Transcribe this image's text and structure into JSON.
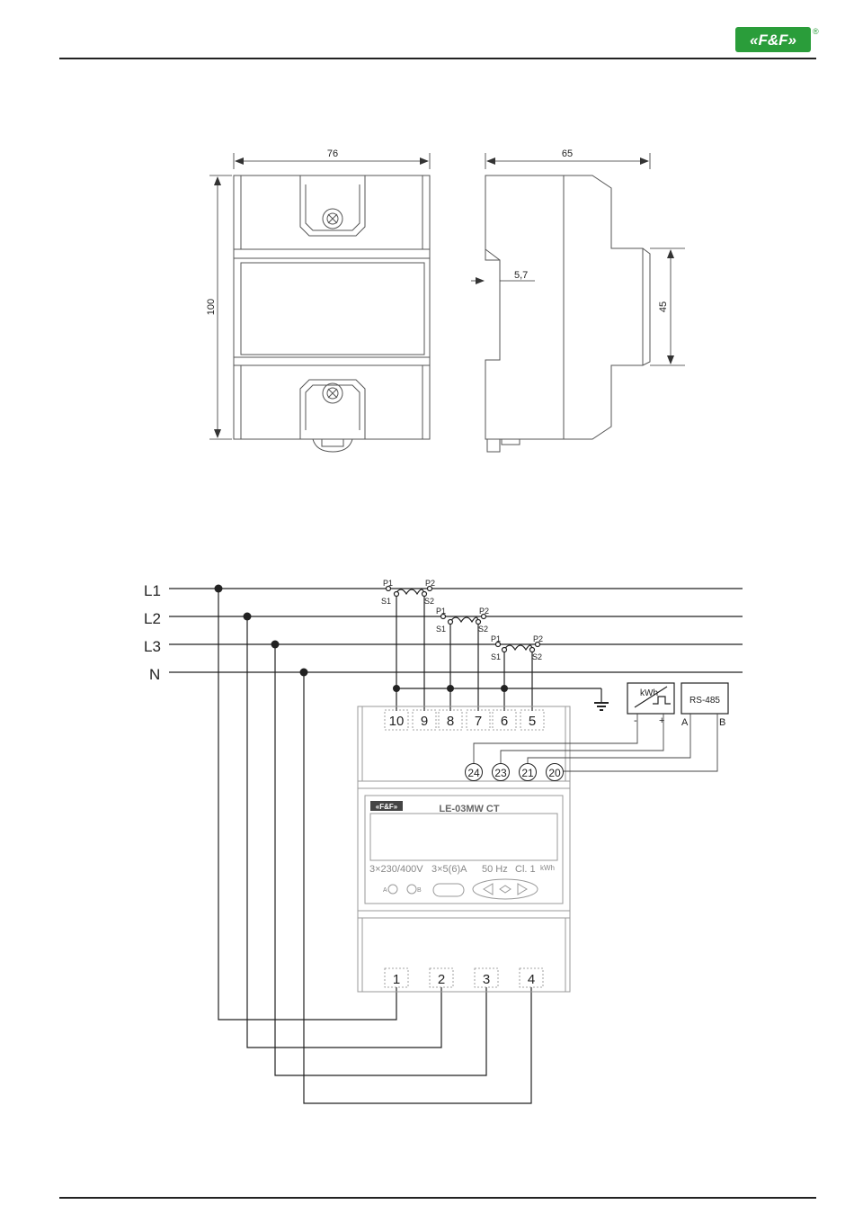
{
  "header": {
    "logo_text": "«F&F»",
    "registered_mark": "®"
  },
  "dimensions": {
    "front_width": "76",
    "front_height": "100",
    "side_width": "65",
    "rail_height": "45",
    "rail_depth": "5,7"
  },
  "lines": [
    "L1",
    "L2",
    "L3",
    "N"
  ],
  "ct": {
    "p1": "P1",
    "p2": "P2",
    "s1": "S1",
    "s2": "S2"
  },
  "top_terminals": [
    "10",
    "9",
    "8",
    "7",
    "6",
    "5"
  ],
  "bottom_terminals": [
    "1",
    "2",
    "3",
    "4"
  ],
  "signal_terminals": [
    "24",
    "23",
    "21",
    "20"
  ],
  "pulse_output": {
    "label": "kWh",
    "minus": "-",
    "plus": "+"
  },
  "rs485": {
    "label": "RS-485",
    "a": "A",
    "b": "B"
  },
  "meter": {
    "brand": "«F&F»",
    "model": "LE-03MW CT",
    "voltage": "3×230/400V",
    "current": "3×5(6)A",
    "frequency": "50 Hz",
    "class": "Cl. 1",
    "unit": "kWh",
    "led_a": "A",
    "led_b": "B"
  },
  "colors": {
    "brand_green": "#2a9d3a",
    "line": "#222222",
    "body_outline": "#9a9a9a"
  }
}
